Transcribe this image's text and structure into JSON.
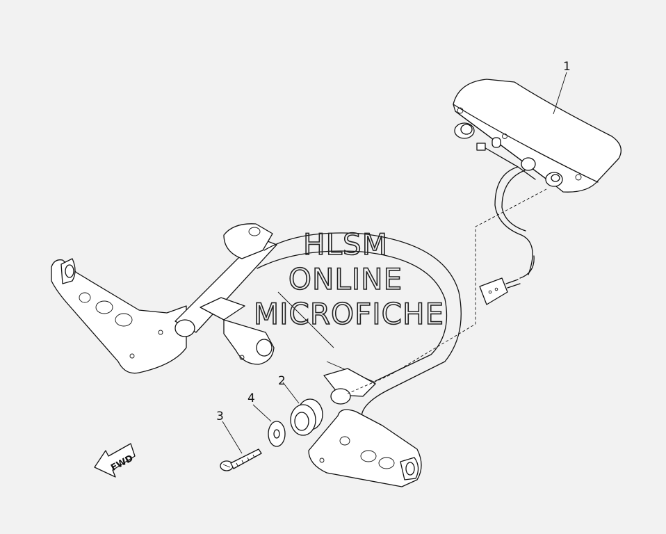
{
  "callouts": [
    {
      "id": "1",
      "label": "1"
    },
    {
      "id": "2",
      "label": "2"
    },
    {
      "id": "3",
      "label": "3"
    },
    {
      "id": "4",
      "label": "4"
    }
  ],
  "watermark": {
    "line1": "HLSM",
    "line2": "ONLINE",
    "line3": "MICROFICHE"
  },
  "direction_arrow": {
    "label": "FWD",
    "icon": "forward-arrow-icon"
  },
  "colors": {
    "background": "#f2f2f2",
    "ink": "#111111"
  }
}
